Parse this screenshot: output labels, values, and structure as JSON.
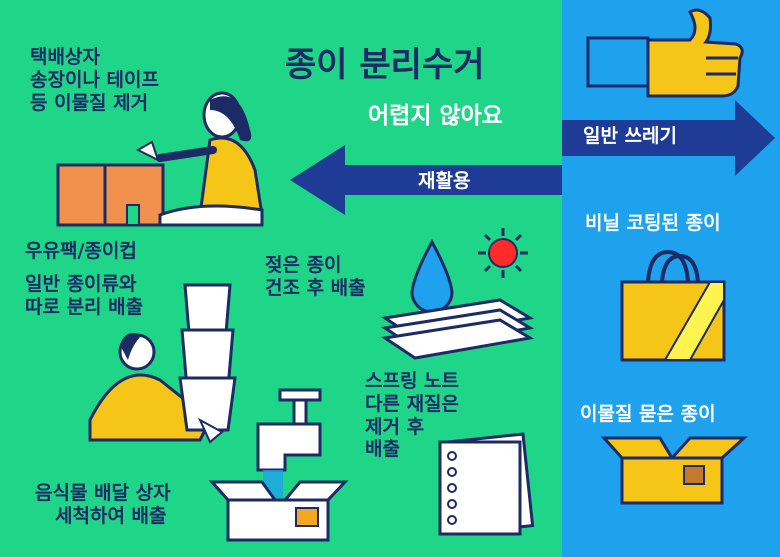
{
  "title": "종이 분리수거",
  "subtitle": "어렵지 않아요",
  "arrow_left_label": "재활용",
  "arrow_right_label": "일반 쓰레기",
  "items_left": [
    {
      "lines": [
        "택배상자",
        "송장이나 테이프",
        "등 이물질 제거"
      ]
    },
    {
      "lines": [
        "우유팩/종이컵",
        "일반 종이류와",
        "따로 분리 배출"
      ]
    },
    {
      "lines": [
        "젖은 종이",
        "건조 후 배출"
      ]
    },
    {
      "lines": [
        "스프링 노트",
        "다른 재질은",
        "제거 후",
        "배출"
      ]
    },
    {
      "lines": [
        "음식물 배달 상자",
        "세척하여 배출"
      ]
    }
  ],
  "items_right": [
    {
      "label": "비닐 코팅된 종이"
    },
    {
      "label": "이물질 묻은 종이"
    }
  ],
  "colors": {
    "green": "#1fd688",
    "blue": "#1ea2ee",
    "navy": "#1c2a66",
    "arrow": "#1e3c96",
    "yellow": "#f5c518",
    "orange": "#f0914e"
  }
}
